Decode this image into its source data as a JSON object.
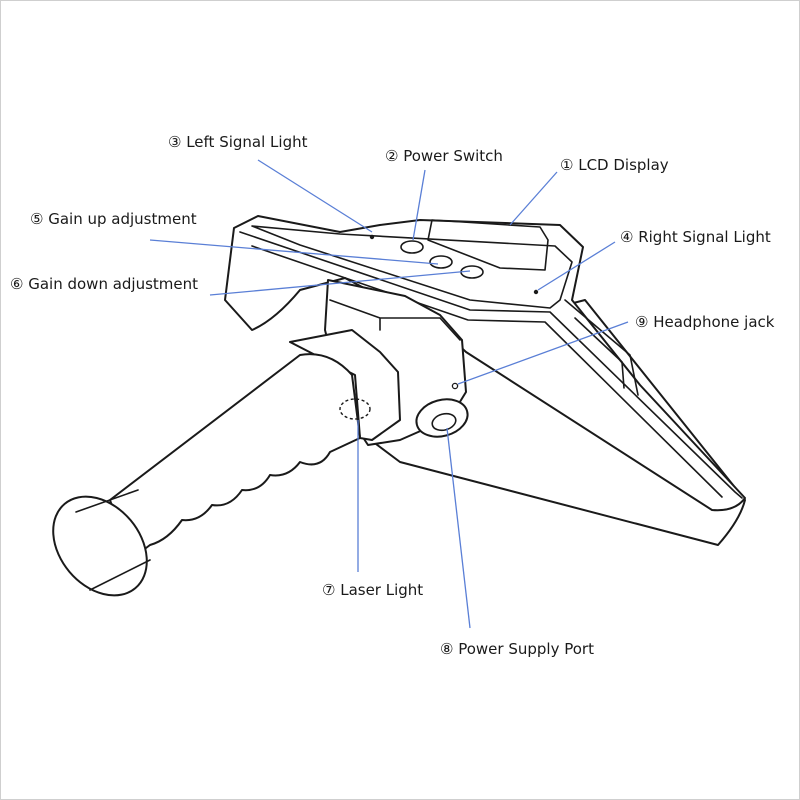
{
  "labels": {
    "lcd_display": "① LCD Display",
    "power_switch": "② Power Switch",
    "left_signal_light": "③ Left Signal Light",
    "right_signal_light": "④ Right Signal Light",
    "gain_up": "⑤ Gain up adjustment",
    "gain_down": "⑥ Gain down adjustment",
    "laser_light": "⑦ Laser Light",
    "power_supply_port": "⑧ Power Supply Port",
    "headphone_jack": "⑨ Headphone jack"
  },
  "colors": {
    "leader_line": "#5a7fd6",
    "outline": "#1a1a1a",
    "background": "#ffffff"
  }
}
